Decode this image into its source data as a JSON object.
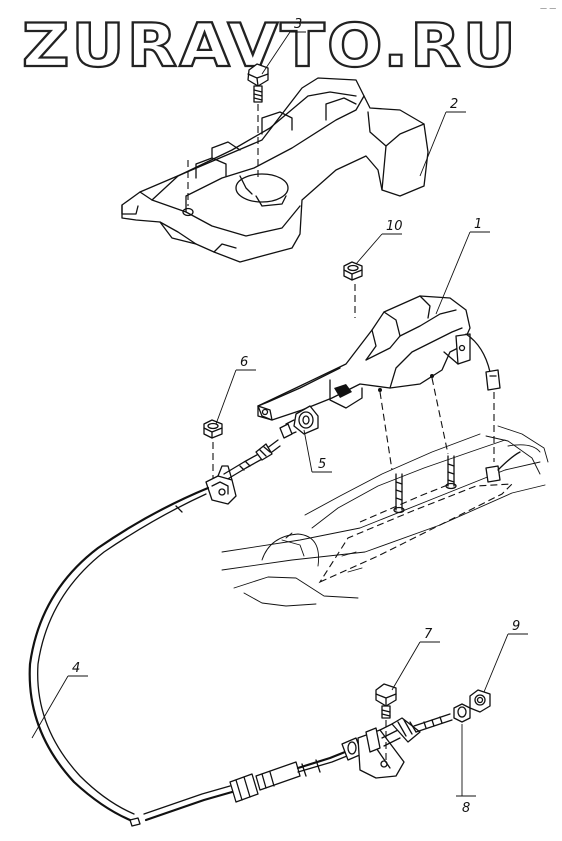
{
  "watermark": "ZURAVTO.RU",
  "corner_mark": "— —",
  "callouts": [
    {
      "id": "callout-1",
      "label": "1"
    },
    {
      "id": "callout-2",
      "label": "2"
    },
    {
      "id": "callout-3",
      "label": "3"
    },
    {
      "id": "callout-4",
      "label": "4"
    },
    {
      "id": "callout-5",
      "label": "5"
    },
    {
      "id": "callout-6",
      "label": "6"
    },
    {
      "id": "callout-7",
      "label": "7"
    },
    {
      "id": "callout-8",
      "label": "8"
    },
    {
      "id": "callout-9",
      "label": "9"
    },
    {
      "id": "callout-10",
      "label": "10"
    }
  ],
  "colors": {
    "ink": "#111111",
    "paper": "#ffffff"
  }
}
